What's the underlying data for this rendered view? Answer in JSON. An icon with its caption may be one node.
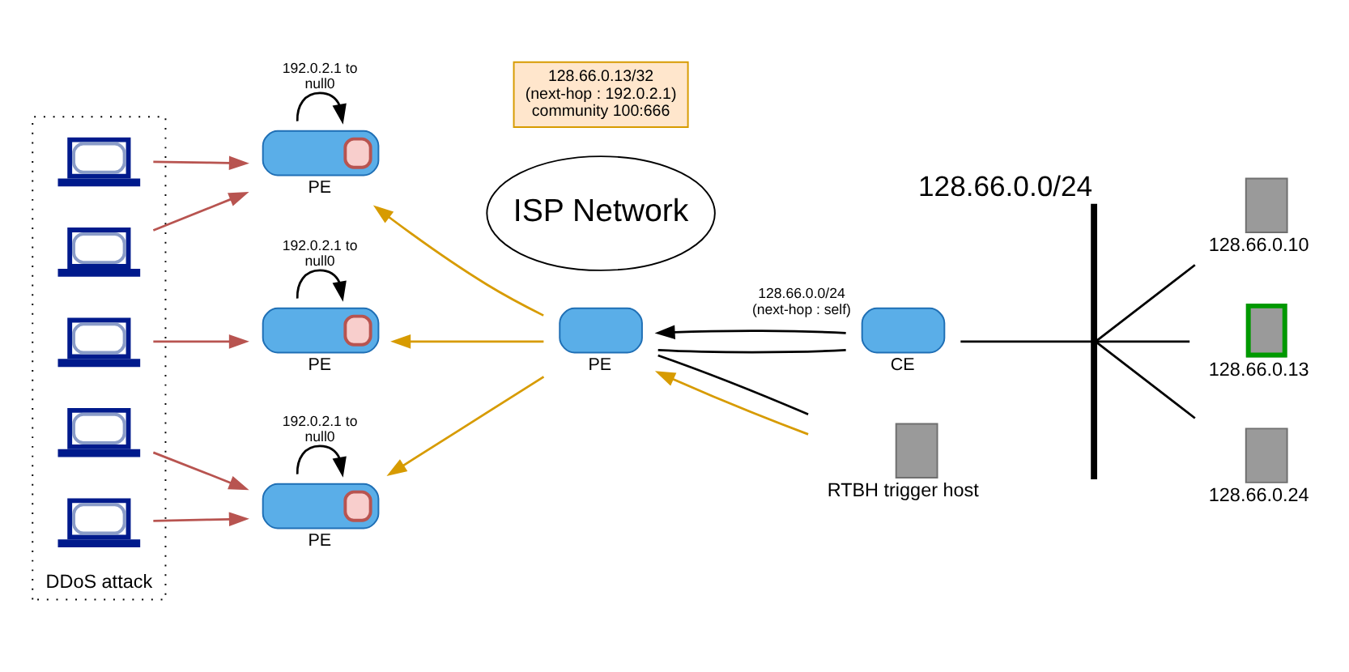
{
  "diagram": {
    "nodes": [
      {
        "text": [
          "DDoS attack"
        ]
      },
      {
        "text": [],
        "shape": "laptop",
        "in": 0
      },
      {
        "text": [],
        "shape": "laptop",
        "in": 0
      },
      {
        "text": [],
        "shape": "laptop",
        "in": 0
      },
      {
        "text": [],
        "shape": "laptop",
        "in": 0
      },
      {
        "text": [],
        "shape": "laptop",
        "in": 0
      },
      {
        "text": [
          "ISP Network"
        ]
      },
      {
        "text": [
          "PE"
        ]
      },
      {
        "text": [
          "PE"
        ]
      },
      {
        "text": [
          "PE"
        ]
      },
      {
        "text": [
          "PE"
        ]
      },
      {
        "text": [
          "CE"
        ]
      },
      {
        "text": [
          "RTBH trigger host"
        ]
      },
      {
        "text": [
          "128.66.0.13/32 (next-hop : 192.0.2.1) community 100:666"
        ]
      },
      {
        "text": [],
        "shape": "bar",
        "beside": [
          "128.66.0.0/24"
        ]
      },
      {
        "text": [
          "128.66.0.10"
        ]
      },
      {
        "text": [
          "128.66.0.13"
        ]
      },
      {
        "text": [
          "128.66.0.24"
        ]
      }
    ],
    "edges": [
      {
        "from": 1,
        "to": 7,
        "arrow": "to",
        "color": "#b85450"
      },
      {
        "from": 2,
        "to": 7,
        "arrow": "to",
        "color": "#b85450"
      },
      {
        "from": 3,
        "to": 8,
        "arrow": "to",
        "color": "#b85450"
      },
      {
        "from": 4,
        "to": 9,
        "arrow": "to",
        "color": "#b85450"
      },
      {
        "from": 5,
        "to": 9,
        "arrow": "to",
        "color": "#b85450"
      },
      {
        "from": 7,
        "to": 7,
        "arrow": "to",
        "label": "192.0.2.1 to null0"
      },
      {
        "from": 8,
        "to": 8,
        "arrow": "to",
        "label": "192.0.2.1 to null0"
      },
      {
        "from": 9,
        "to": 9,
        "arrow": "to",
        "label": "192.0.2.1 to null0"
      },
      {
        "from": 10,
        "to": 7,
        "arrow": "to",
        "color": "#d79b00"
      },
      {
        "from": 10,
        "to": 8,
        "arrow": "to",
        "color": "#d79b00"
      },
      {
        "from": 10,
        "to": 9,
        "arrow": "to",
        "color": "#d79b00"
      },
      {
        "from": 12,
        "to": 10,
        "arrow": "to",
        "color": "#d79b00"
      },
      {
        "from": 12,
        "to": 10,
        "arrow": "none"
      },
      {
        "from": 11,
        "to": 10,
        "arrow": "to",
        "label": "128.66.0.0/24 (next-hop : self)"
      },
      {
        "from": 10,
        "to": 11,
        "arrow": "none"
      },
      {
        "from": 11,
        "to": 14,
        "arrow": "none"
      },
      {
        "from": 14,
        "to": 15,
        "arrow": "none"
      },
      {
        "from": 14,
        "to": 16,
        "arrow": "none"
      },
      {
        "from": 14,
        "to": 17,
        "arrow": "none"
      }
    ]
  }
}
